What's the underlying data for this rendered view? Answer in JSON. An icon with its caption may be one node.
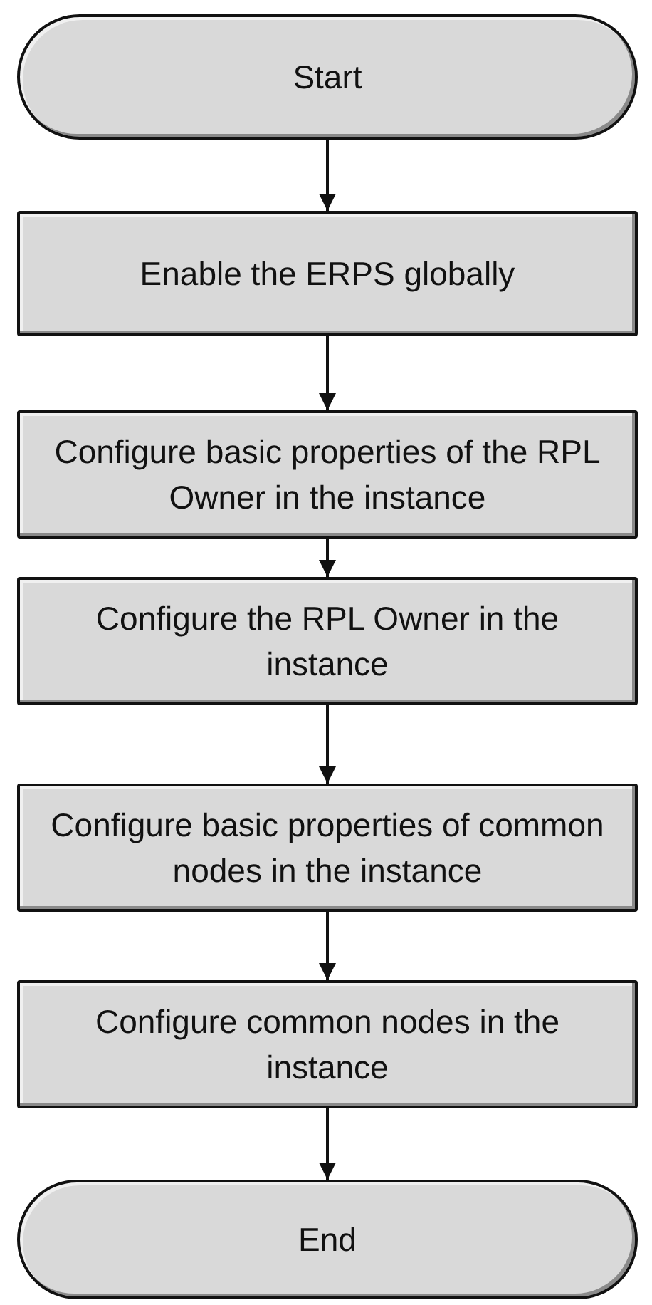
{
  "diagram": {
    "nodes": [
      {
        "text": [
          "Start"
        ]
      },
      {
        "text": [
          "Enable the ERPS globally"
        ]
      },
      {
        "text": [
          "Configure basic properties of the RPL Owner in the instance"
        ]
      },
      {
        "text": [
          "Configure the RPL Owner in the instance"
        ]
      },
      {
        "text": [
          "Configure basic properties of common nodes in the instance"
        ]
      },
      {
        "text": [
          "Configure common nodes in the instance"
        ]
      },
      {
        "text": [
          "End"
        ]
      }
    ],
    "edges": [
      {
        "from": 0,
        "to": 1,
        "arrow": "to"
      },
      {
        "from": 1,
        "to": 2,
        "arrow": "to"
      },
      {
        "from": 2,
        "to": 3,
        "arrow": "to"
      },
      {
        "from": 3,
        "to": 4,
        "arrow": "to"
      },
      {
        "from": 4,
        "to": 5,
        "arrow": "to"
      },
      {
        "from": 5,
        "to": 6,
        "arrow": "to"
      }
    ]
  }
}
